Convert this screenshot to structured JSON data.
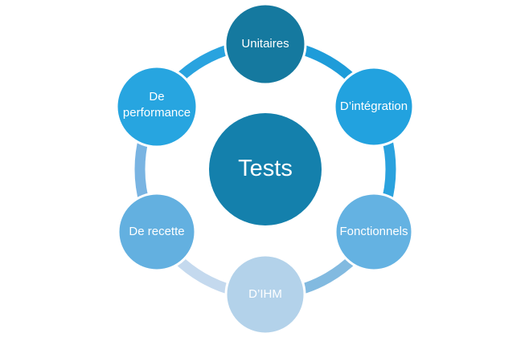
{
  "diagram": {
    "type": "cycle-hub",
    "background": "#ffffff",
    "text_color": "#ffffff",
    "hub": {
      "label": "Tests",
      "color": "#1480AC"
    },
    "nodes": [
      {
        "id": "unitaires",
        "label": "Unitaires",
        "color": "#15799F",
        "position": "top"
      },
      {
        "id": "integration",
        "label": "D’intégration",
        "color": "#22A2DF",
        "position": "top-right"
      },
      {
        "id": "fonctionnels",
        "label": "Fonctionnels",
        "color": "#64B2E2",
        "position": "bottom-right"
      },
      {
        "id": "ihm",
        "label": "D’IHM",
        "color": "#B3D2EA",
        "position": "bottom"
      },
      {
        "id": "recette",
        "label": "De recette",
        "color": "#63B0E0",
        "position": "bottom-left"
      },
      {
        "id": "performance",
        "label": "De performance",
        "color": "#27A5E0",
        "position": "top-left"
      }
    ],
    "arcs": [
      {
        "from": "Unitaires",
        "to": "D’intégration",
        "color": "#1E9CD9"
      },
      {
        "from": "D’intégration",
        "to": "Fonctionnels",
        "color": "#2AA2DE"
      },
      {
        "from": "Fonctionnels",
        "to": "D’IHM",
        "color": "#82BAE0"
      },
      {
        "from": "D’IHM",
        "to": "De recette",
        "color": "#C4D9EE"
      },
      {
        "from": "De recette",
        "to": "De performance",
        "color": "#79B4E2"
      },
      {
        "from": "De performance",
        "to": "Unitaires",
        "color": "#29A3DF"
      }
    ]
  }
}
